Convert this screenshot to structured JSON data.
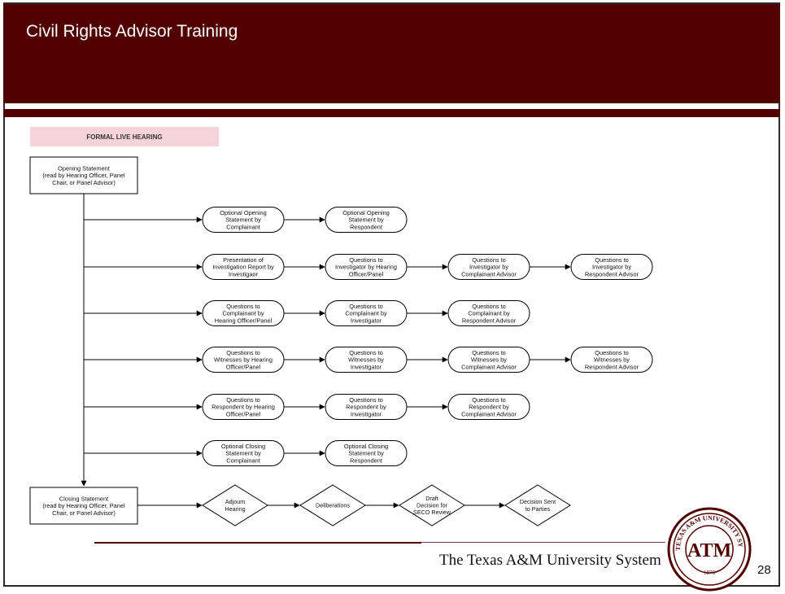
{
  "header": {
    "title": "Civil Rights Advisor Training"
  },
  "banner": {
    "label": "FORMAL LIVE HEARING"
  },
  "flow": {
    "opening": [
      "Opening Statement",
      "(read by Hearing Officer, Panel",
      "Chair, or Panel Advisor)"
    ],
    "closing": [
      "Closing Statement",
      "(read by Hearing Officer, Panel",
      "Chair, or Panel Advisor)"
    ],
    "rows": [
      [
        [
          "Optional Opening",
          "Statement by",
          "Complainant"
        ],
        [
          "Optional Opening",
          "Statement by",
          "Respondent"
        ]
      ],
      [
        [
          "Presentation of",
          "Investigation Report by",
          "Investigaor"
        ],
        [
          "Questions to",
          "Investigator by Hearing",
          "Officer/Panel"
        ],
        [
          "Questions to",
          "Investigator by",
          "Complainant Advisor"
        ],
        [
          "Questions to",
          "Investigator by",
          "Respondent Advisor"
        ]
      ],
      [
        [
          "Questions to",
          "Complainant by",
          "Hearing Officer/Panel"
        ],
        [
          "Questions to",
          "Complainant by",
          "Investigator"
        ],
        [
          "Questions to",
          "Complainant by",
          "Respondent Advisor"
        ]
      ],
      [
        [
          "Questions to",
          "Witnesses by Hearing",
          "Officer/Panel"
        ],
        [
          "Questions to",
          "Witnesses by",
          "Investigator"
        ],
        [
          "Questions to",
          "Witnesses by",
          "Complainant Advisor"
        ],
        [
          "Questions to",
          "Witnesses by",
          "Respondent Advisor"
        ]
      ],
      [
        [
          "Questions to",
          "Respondent by Hearing",
          "Officer/Panel"
        ],
        [
          "Questions to",
          "Respondent by",
          "Investigator"
        ],
        [
          "Questions to",
          "Respondent by",
          "Complainant Advisor"
        ]
      ],
      [
        [
          "Optional Closing",
          "Statement by",
          "Complainant"
        ],
        [
          "Optional Closing",
          "Statement by",
          "Respondent"
        ]
      ]
    ],
    "decisions": [
      [
        "Adjoum",
        "Hearing"
      ],
      [
        "Deliberations"
      ],
      [
        "Draft",
        "Decision for",
        "SECO Review"
      ],
      [
        "Decision Sent",
        "to Parties"
      ]
    ]
  },
  "footer": {
    "system": "The Texas A&M University System",
    "page": "28"
  },
  "seal": {
    "top_text": "THE TEXAS A&M UNIVERSITY SYSTEM",
    "mark": "ATM",
    "year": "1876"
  },
  "colors": {
    "maroon": "#500000",
    "banner": "#f6d3dc"
  }
}
